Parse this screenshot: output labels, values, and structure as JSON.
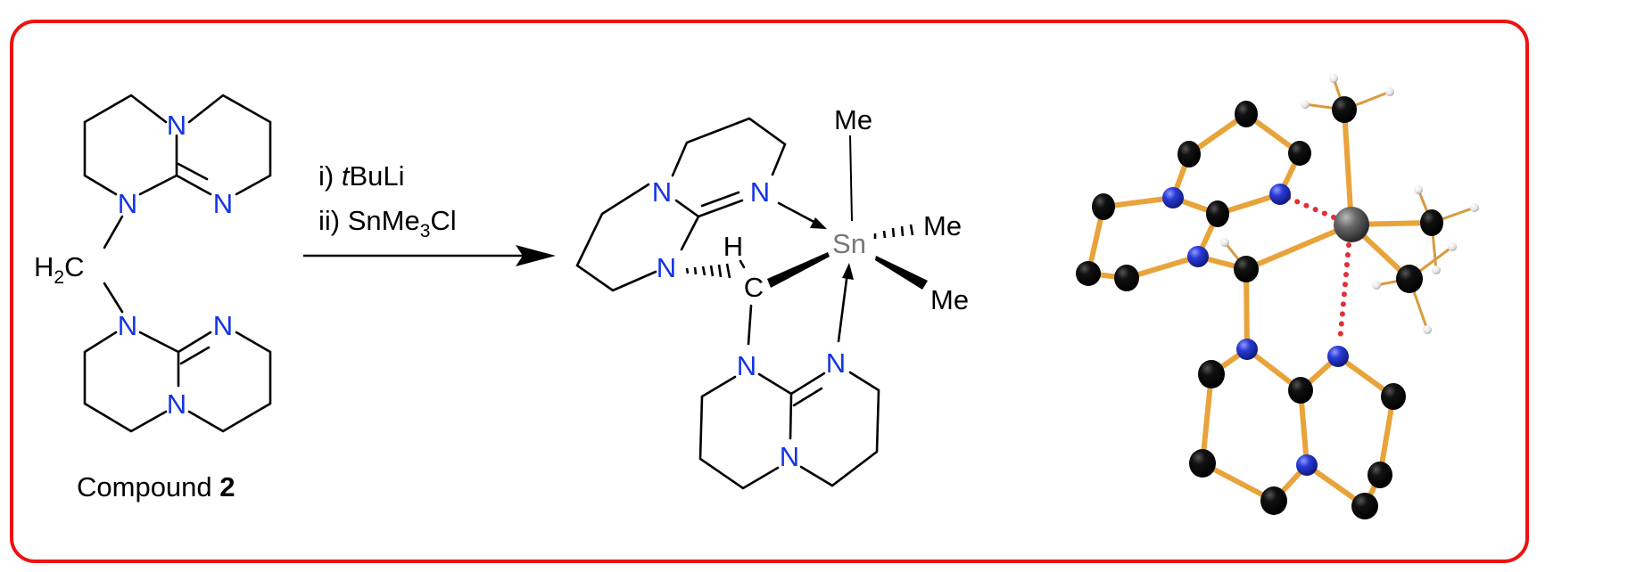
{
  "frame": {
    "border_color": "#EE1111"
  },
  "colors": {
    "nitrogen": "#1434E6",
    "tin": "#777777",
    "bond_3d": "#E8A33A",
    "interaction": "#E0303A"
  },
  "reactant": {
    "name": "Compound",
    "number": "2",
    "atoms": {
      "n_top": "N",
      "n_left_upper": "N",
      "n_right_upper": "N",
      "n_left_lower": "N",
      "n_right_lower": "N",
      "n_bottom": "N",
      "h2c_h": "H",
      "h2c_sub": "2",
      "h2c_c": "C"
    }
  },
  "reaction": {
    "step1_prefix": "i) ",
    "step1_italic": "t",
    "step1_rest": "BuLi",
    "step2_prefix": "ii) SnMe",
    "step2_sub": "3",
    "step2_rest": "Cl"
  },
  "product": {
    "atoms": {
      "n1": "N",
      "n2": "N",
      "n3": "N",
      "n4": "N",
      "n5": "N",
      "n6": "N",
      "h": "H",
      "c": "C",
      "sn": "Sn",
      "me_top": "Me",
      "me_right": "Me",
      "me_bottom": "Me"
    }
  },
  "crystal_structure": {
    "description": "Ball-and-stick X-ray structure of the tin product",
    "atom_colors": {
      "C": "#000000",
      "N": "#2233CC",
      "Sn": "#666666",
      "H": "#F2F2F2"
    }
  }
}
